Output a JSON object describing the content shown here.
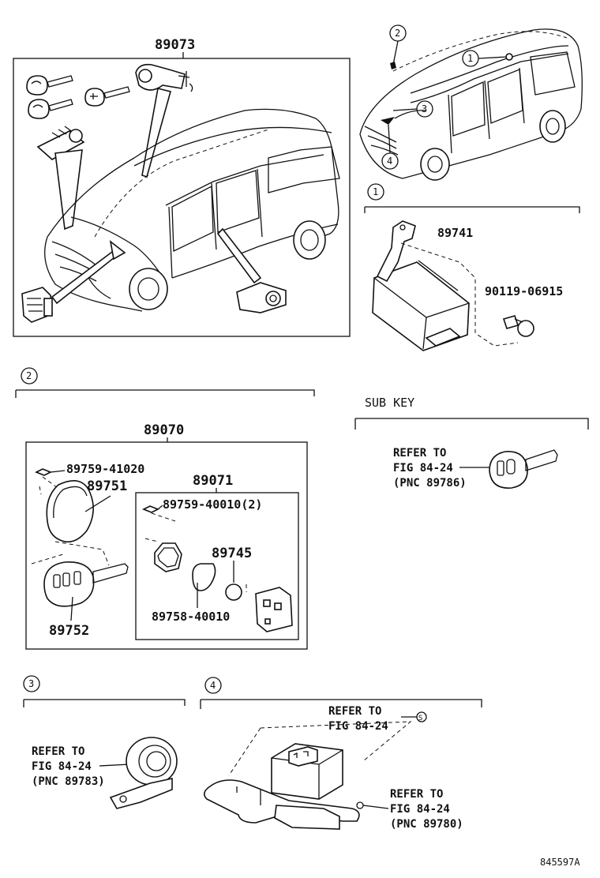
{
  "sections": {
    "main_group": {
      "label": "89073"
    },
    "car_callouts": [
      "1",
      "2",
      "3",
      "4"
    ],
    "sec1": {
      "circle": "1",
      "parts": {
        "receiver": "89741",
        "bolt": "90119-06915"
      }
    },
    "sec2": {
      "circle": "2",
      "group": "89070",
      "parts": {
        "screw_a": "89759-41020",
        "cover": "89751",
        "key": "89752",
        "sub_group": "89071",
        "screw_b": "89759-40010(2)",
        "battery": "89745",
        "gasket": "89758-40010"
      }
    },
    "sub_key": {
      "title": "SUB KEY",
      "ref": [
        "REFER TO",
        "FIG 84-24",
        "(PNC 89786)"
      ]
    },
    "sec3": {
      "circle": "3",
      "ref": [
        "REFER TO",
        "FIG 84-24",
        "(PNC 89783)"
      ]
    },
    "sec4": {
      "circle": "4",
      "ref_top": [
        "REFER TO",
        "FIG 84-24"
      ],
      "ref_top_mark": "S",
      "ref_bottom": [
        "REFER TO",
        "FIG 84-24",
        "(PNC 89780)"
      ]
    },
    "figure_code": "845597A"
  }
}
